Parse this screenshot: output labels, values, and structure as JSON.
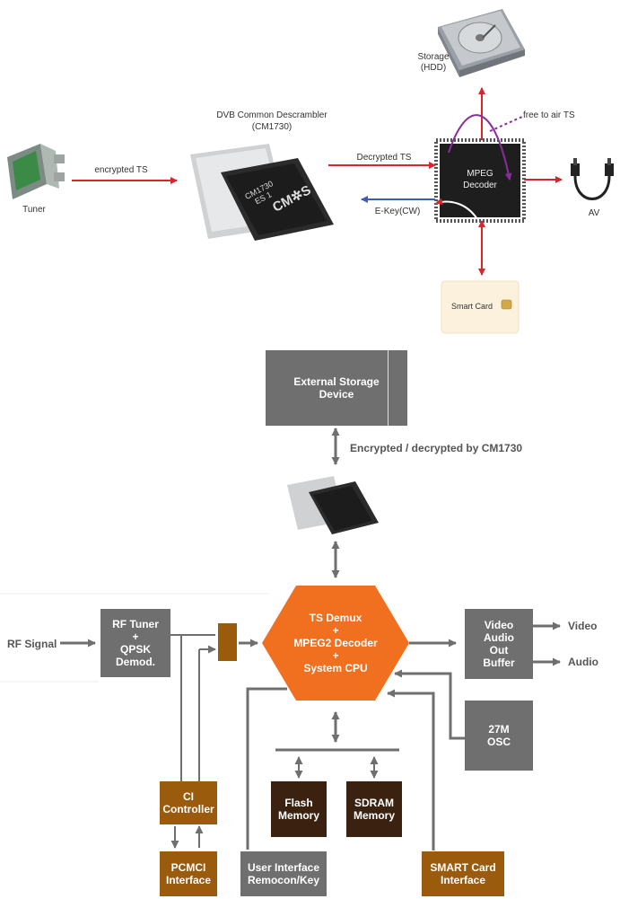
{
  "top": {
    "storage_label": "Storage\n(HDD)",
    "descrambler_title": "DVB Common Descrambler\n(CM1730)",
    "chip_text": "CM1730\nES 1",
    "chip_logo": "CM✲S",
    "tuner_label": "Tuner",
    "encrypted_ts": "encrypted TS",
    "decrypted_ts": "Decrypted TS",
    "ekey": "E-Key(CW)",
    "free_to_air": "free to air TS",
    "mpeg_decoder": "MPEG\nDecoder",
    "av_label": "AV",
    "smart_card": "Smart Card"
  },
  "bottom": {
    "external_storage": "External Storage\nDevice",
    "encrypted_note": "Encrypted / decrypted by CM1730",
    "rf_signal": "RF Signal",
    "rf_tuner": "RF Tuner\n+\nQPSK\nDemod.",
    "ts_demux": "TS Demux\n+\nMPEG2 Decoder\n+\nSystem CPU",
    "video_audio": "Video\nAudio\nOut\nBuffer",
    "video": "Video",
    "audio": "Audio",
    "osc": "27M\nOSC",
    "flash": "Flash\nMemory",
    "sdram": "SDRAM\nMemory",
    "ci_controller": "CI\nController",
    "pcmci": "PCMCI\nInterface",
    "user_interface": "User Interface\nRemocon/Key",
    "smart_card_interface": "SMART Card\nInterface"
  },
  "colors": {
    "red_arrow": "#d9262c",
    "blue_arrow": "#3a5fb0",
    "purple": "#8a2d9c",
    "grey_box": "#6f6f6f",
    "orange": "#f07020",
    "brown": "#9a5b0c",
    "dark_brown": "#3b2210"
  }
}
